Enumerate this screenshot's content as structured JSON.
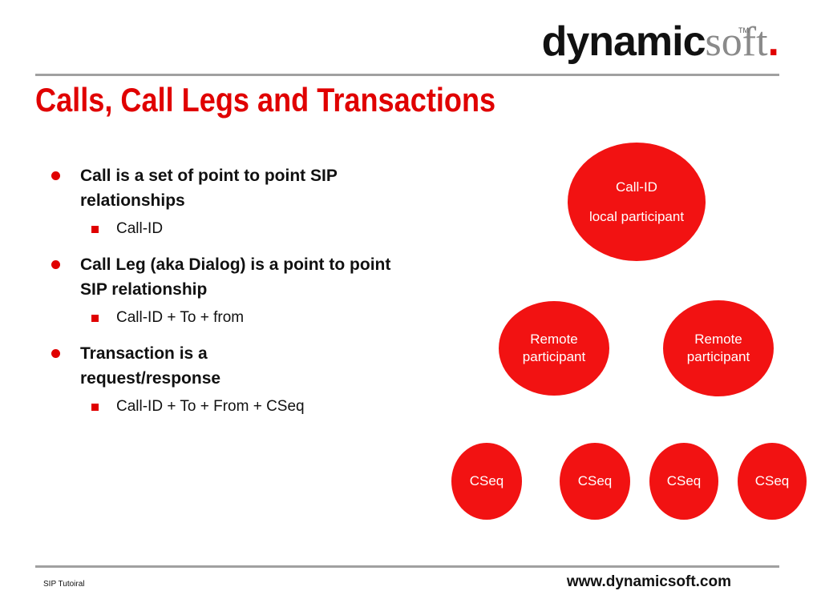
{
  "logo": {
    "bold": "dynamic",
    "light": "soft",
    "dot": ".",
    "tm": "TM"
  },
  "slide": {
    "title": "Calls, Call Legs and Transactions"
  },
  "bullets": [
    {
      "text": "Call is a set of point to point SIP relationships",
      "sub": "Call-ID"
    },
    {
      "text": "Call Leg (aka Dialog) is a point to point SIP relationship",
      "sub": "Call-ID + To + from"
    },
    {
      "text": "Transaction is a request/response",
      "sub": "Call-ID + To + From + CSeq"
    }
  ],
  "diagram": {
    "root": {
      "line1": "Call-ID",
      "line2": "local participant"
    },
    "remote1": {
      "line1": "Remote",
      "line2": "participant"
    },
    "remote2": {
      "line1": "Remote",
      "line2": "participant"
    },
    "cseq": [
      "CSeq",
      "CSeq",
      "CSeq",
      "CSeq"
    ],
    "color": "#f21212"
  },
  "footer": {
    "left": "SIP Tutoiral",
    "right": "www.dynamicsoft.com"
  },
  "colors": {
    "accent": "#e00000",
    "rule": "#a0a0a0"
  }
}
